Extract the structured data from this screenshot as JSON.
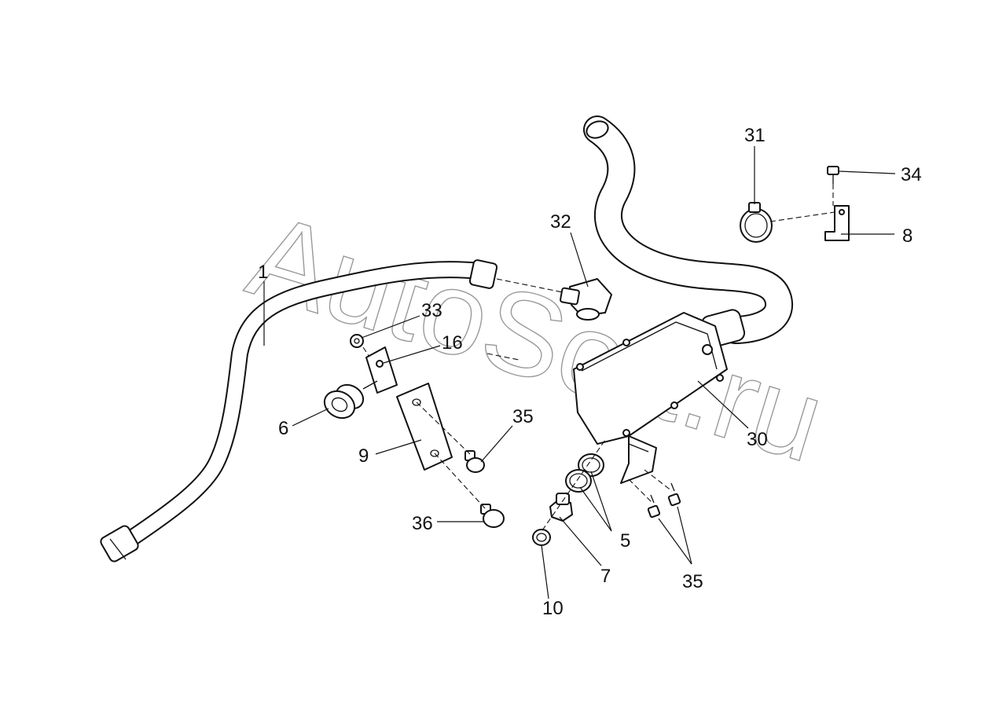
{
  "watermark": "AutoSoft.ru",
  "callouts": {
    "c1": "1",
    "c5": "5",
    "c6": "6",
    "c7": "7",
    "c8": "8",
    "c9": "9",
    "c10": "10",
    "c16": "16",
    "c30": "30",
    "c31": "31",
    "c32": "32",
    "c33": "33",
    "c34": "34",
    "c35a": "35",
    "c35b": "35",
    "c36": "36"
  },
  "colors": {
    "line": "#111111",
    "background": "#ffffff",
    "watermark": "#777777"
  }
}
